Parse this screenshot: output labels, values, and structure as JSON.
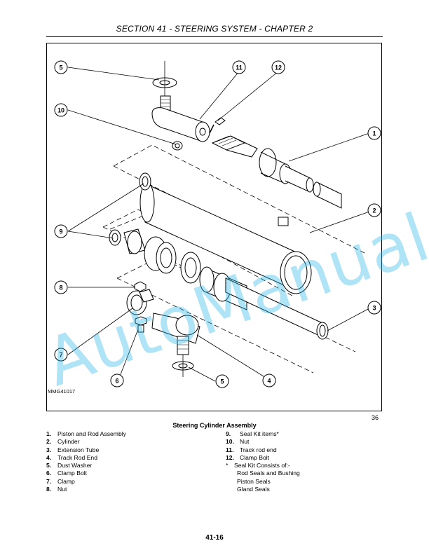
{
  "header": {
    "title": "SECTION 41 - STEERING SYSTEM - CHAPTER 2"
  },
  "figure": {
    "code": "MMG41017",
    "number": "36",
    "watermark": "AutoManual",
    "callouts": [
      "5",
      "11",
      "12",
      "10",
      "1",
      "2",
      "9",
      "8",
      "3",
      "7",
      "6",
      "5",
      "4"
    ]
  },
  "legend": {
    "title": "Steering Cylinder Assembly",
    "left_items": [
      {
        "num": "1.",
        "label": "Piston and Rod Assembly"
      },
      {
        "num": "2.",
        "label": "Cylinder"
      },
      {
        "num": "3.",
        "label": "Extension Tube"
      },
      {
        "num": "4.",
        "label": "Track Rod End"
      },
      {
        "num": "5.",
        "label": "Dust Washer"
      },
      {
        "num": "6.",
        "label": "Clamp Bolt"
      },
      {
        "num": "7.",
        "label": "Clamp"
      },
      {
        "num": "8.",
        "label": "Nut"
      }
    ],
    "right_items": [
      {
        "num": "9.",
        "label": "Seal Kit items*"
      },
      {
        "num": "10.",
        "label": "Nut"
      },
      {
        "num": "11.",
        "label": "Track rod end"
      },
      {
        "num": "12.",
        "label": "Clamp Bolt"
      }
    ],
    "kit_note": {
      "star": "*",
      "label": "Seal Kit Consists of:-",
      "items": [
        "Rod Seals and Bushing",
        "Piston Seals",
        "Gland Seals"
      ]
    }
  },
  "footer": {
    "page": "41-16"
  }
}
